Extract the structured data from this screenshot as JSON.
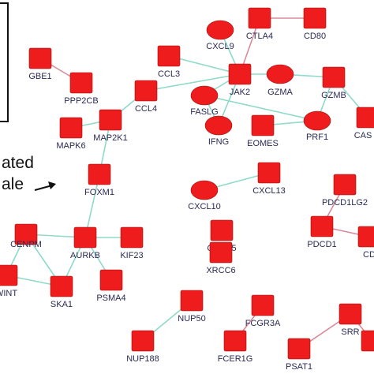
{
  "network": {
    "node_color": "#ee1c1c",
    "edge_colors": {
      "teal": "#8fdac8",
      "pink": "#d98a9a"
    },
    "nodes": [
      {
        "id": "CTLA4",
        "label": "CTLA4",
        "shape": "rect"
      },
      {
        "id": "CD80",
        "label": "CD80",
        "shape": "rect"
      },
      {
        "id": "CXCL9",
        "label": "CXCL9",
        "shape": "ellipse"
      },
      {
        "id": "GBE1",
        "label": "GBE1",
        "shape": "rect"
      },
      {
        "id": "PPP2CB",
        "label": "PPP2CB",
        "shape": "rect"
      },
      {
        "id": "CCL3",
        "label": "CCL3",
        "shape": "rect"
      },
      {
        "id": "JAK2",
        "label": "JAK2",
        "shape": "rect"
      },
      {
        "id": "GZMA",
        "label": "GZMA",
        "shape": "ellipse"
      },
      {
        "id": "GZMB",
        "label": "GZMB",
        "shape": "rect"
      },
      {
        "id": "CCL4",
        "label": "CCL4",
        "shape": "rect"
      },
      {
        "id": "FASLG",
        "label": "FASLG",
        "shape": "ellipse"
      },
      {
        "id": "CAS",
        "label": "CAS",
        "shape": "rect"
      },
      {
        "id": "MAP2K1",
        "label": "MAP2K1",
        "shape": "rect"
      },
      {
        "id": "MAPK6",
        "label": "MAPK6",
        "shape": "rect"
      },
      {
        "id": "EOMES",
        "label": "EOMES",
        "shape": "rect"
      },
      {
        "id": "PRF1",
        "label": "PRF1",
        "shape": "ellipse"
      },
      {
        "id": "IFNG",
        "label": "IFNG",
        "shape": "ellipse"
      },
      {
        "id": "FOXM1",
        "label": "FOXM1",
        "shape": "rect"
      },
      {
        "id": "CXCL13",
        "label": "CXCL13",
        "shape": "rect"
      },
      {
        "id": "PDCD1LG2",
        "label": "PDCD1LG2",
        "shape": "rect"
      },
      {
        "id": "CXCL10",
        "label": "CXCL10",
        "shape": "ellipse"
      },
      {
        "id": "CENPM",
        "label": "CENPM",
        "shape": "rect"
      },
      {
        "id": "AURKB",
        "label": "AURKB",
        "shape": "rect"
      },
      {
        "id": "KIF23",
        "label": "KIF23",
        "shape": "rect"
      },
      {
        "id": "CDCA5",
        "label": "CDCA5",
        "shape": "rect"
      },
      {
        "id": "PDCD1",
        "label": "PDCD1",
        "shape": "rect"
      },
      {
        "id": "CD",
        "label": "CD",
        "shape": "rect"
      },
      {
        "id": "WINT",
        "label": "WINT",
        "shape": "rect"
      },
      {
        "id": "SKA1",
        "label": "SKA1",
        "shape": "rect"
      },
      {
        "id": "PSMA4",
        "label": "PSMA4",
        "shape": "rect"
      },
      {
        "id": "XRCC6",
        "label": "XRCC6",
        "shape": "rect"
      },
      {
        "id": "NUP50",
        "label": "NUP50",
        "shape": "rect"
      },
      {
        "id": "FCGR3A",
        "label": "FCGR3A",
        "shape": "rect"
      },
      {
        "id": "SRR",
        "label": "SRR",
        "shape": "rect"
      },
      {
        "id": "NUP188",
        "label": "NUP188",
        "shape": "rect"
      },
      {
        "id": "FCER1G",
        "label": "FCER1G",
        "shape": "rect"
      },
      {
        "id": "PSAT1",
        "label": "PSAT1",
        "shape": "rect"
      },
      {
        "id": "EDGE",
        "label": "",
        "shape": "rect"
      }
    ],
    "edges": [
      {
        "from": "CTLA4",
        "to": "CD80",
        "color": "pink"
      },
      {
        "from": "CTLA4",
        "to": "JAK2",
        "color": "pink"
      },
      {
        "from": "CXCL9",
        "to": "JAK2",
        "color": "teal"
      },
      {
        "from": "GBE1",
        "to": "PPP2CB",
        "color": "pink"
      },
      {
        "from": "CCL3",
        "to": "JAK2",
        "color": "teal"
      },
      {
        "from": "CCL4",
        "to": "JAK2",
        "color": "teal"
      },
      {
        "from": "CCL4",
        "to": "MAP2K1",
        "color": "teal"
      },
      {
        "from": "JAK2",
        "to": "GZMA",
        "color": "teal"
      },
      {
        "from": "JAK2",
        "to": "FASLG",
        "color": "teal"
      },
      {
        "from": "JAK2",
        "to": "IFNG",
        "color": "teal"
      },
      {
        "from": "GZMA",
        "to": "GZMB",
        "color": "teal"
      },
      {
        "from": "GZMB",
        "to": "PRF1",
        "color": "teal"
      },
      {
        "from": "GZMB",
        "to": "CAS",
        "color": "teal"
      },
      {
        "from": "FASLG",
        "to": "IFNG",
        "color": "teal"
      },
      {
        "from": "EOMES",
        "to": "PRF1",
        "color": "teal"
      },
      {
        "from": "FASLG",
        "to": "PRF1",
        "color": "teal"
      },
      {
        "from": "MAP2K1",
        "to": "MAPK6",
        "color": "teal"
      },
      {
        "from": "MAP2K1",
        "to": "FOXM1",
        "color": "teal"
      },
      {
        "from": "FOXM1",
        "to": "AURKB",
        "color": "teal"
      },
      {
        "from": "CXCL10",
        "to": "CXCL13",
        "color": "teal"
      },
      {
        "from": "PDCD1LG2",
        "to": "PDCD1",
        "color": "pink"
      },
      {
        "from": "PDCD1",
        "to": "CD",
        "color": "pink"
      },
      {
        "from": "CENPM",
        "to": "AURKB",
        "color": "teal"
      },
      {
        "from": "CENPM",
        "to": "SKA1",
        "color": "teal"
      },
      {
        "from": "AURKB",
        "to": "KIF23",
        "color": "teal"
      },
      {
        "from": "AURKB",
        "to": "SKA1",
        "color": "teal"
      },
      {
        "from": "AURKB",
        "to": "PSMA4",
        "color": "teal"
      },
      {
        "from": "WINT",
        "to": "SKA1",
        "color": "teal"
      },
      {
        "from": "WINT",
        "to": "CENPM",
        "color": "teal"
      },
      {
        "from": "NUP50",
        "to": "NUP188",
        "color": "teal"
      },
      {
        "from": "FCGR3A",
        "to": "FCER1G",
        "color": "pink"
      },
      {
        "from": "SRR",
        "to": "PSAT1",
        "color": "pink"
      },
      {
        "from": "SRR",
        "to": "EDGE",
        "color": "pink"
      }
    ]
  },
  "side_text": {
    "line1": "ated",
    "line2": "ale"
  }
}
